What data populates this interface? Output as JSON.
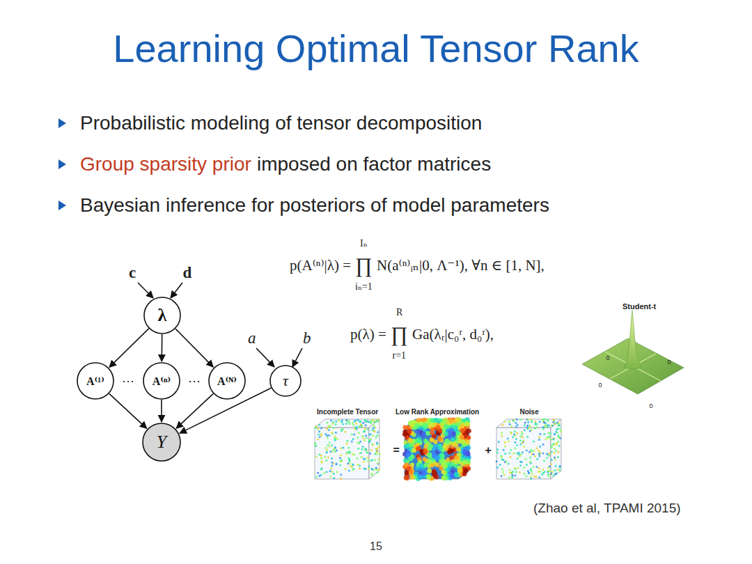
{
  "diagram": {
    "title": "Learning Optimal Tensor Rank",
    "nodes": [
      {
        "text": [
          "λ"
        ]
      },
      {
        "text": [
          "A⁽¹⁾"
        ]
      },
      {
        "text": [
          "A⁽ⁿ⁾"
        ]
      },
      {
        "text": [
          "A⁽ᴺ⁾"
        ]
      },
      {
        "text": [
          "τ"
        ]
      },
      {
        "text": [
          "Y"
        ]
      }
    ],
    "edges": [
      {
        "from": 0,
        "to": 1,
        "arrow": "to"
      },
      {
        "from": 0,
        "to": 2,
        "arrow": "to"
      },
      {
        "from": 0,
        "to": 3,
        "arrow": "to"
      },
      {
        "from": 1,
        "to": 5,
        "arrow": "to"
      },
      {
        "from": 2,
        "to": 5,
        "arrow": "to"
      },
      {
        "from": 3,
        "to": 5,
        "arrow": "to"
      },
      {
        "from": 4,
        "to": 5,
        "arrow": "to"
      }
    ],
    "labels": [
      "Probabilistic modeling of tensor decomposition",
      "Group sparsity prior",
      "imposed on factor matrices",
      "Bayesian inference for posteriors of model parameters",
      "c",
      "d",
      "a",
      "b",
      "⋯",
      "⋯",
      "p(A⁽ⁿ⁾|λ) =",
      "∏",
      "Iₙ",
      "iₙ=1",
      "N(a⁽ⁿ⁾ᵢₙ|0, Λ⁻¹), ∀n ∈ [1, N],",
      "p(λ) =",
      "∏",
      "R",
      "r=1",
      "Ga(λᵣ|c₀ʳ, d₀ʳ),",
      "Student-t",
      "0",
      "0",
      "0",
      "0",
      "Incomplete Tensor",
      "Low Rank Approximation",
      "Noise",
      "=",
      "+",
      "(Zhao et al, TPAMI 2015)",
      "15"
    ]
  }
}
